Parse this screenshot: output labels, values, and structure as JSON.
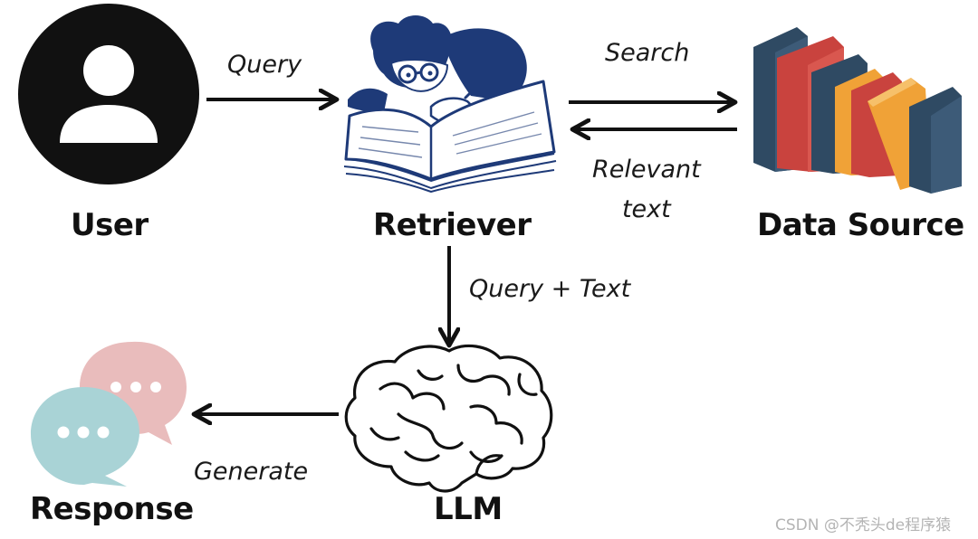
{
  "nodes": {
    "user": "User",
    "retriever": "Retriever",
    "data_source": "Data Source",
    "llm": "LLM",
    "response": "Response"
  },
  "edges": {
    "query": "Query",
    "search": "Search",
    "relevant_text_line1": "Relevant",
    "relevant_text_line2": "text",
    "query_plus_text": "Query + Text",
    "generate": "Generate"
  },
  "icons": {
    "user": "user-avatar-icon",
    "retriever": "reading-scholar-icon",
    "data_source": "books-icon",
    "llm": "brain-icon",
    "response": "chat-bubbles-icon"
  },
  "colors": {
    "arrow": "#111111",
    "retriever_ink": "#1e3a78",
    "book_blue": "#2f4a63",
    "book_red": "#c9433e",
    "book_orange": "#f0a237",
    "bubble_pink": "#e9bcbc",
    "bubble_teal": "#a9d3d6"
  },
  "watermark": "CSDN @不秃头de程序猿"
}
